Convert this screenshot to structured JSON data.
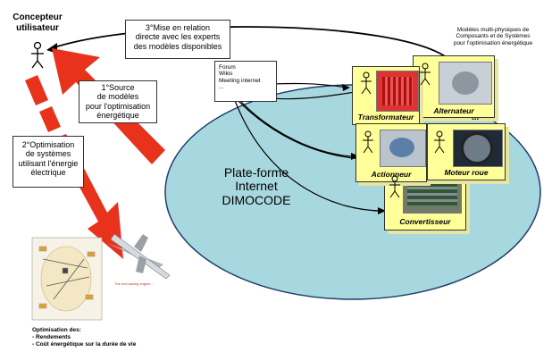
{
  "user": {
    "title_line1": "Concepteur",
    "title_line2": "utilisateur"
  },
  "callouts": {
    "mise_relation": [
      "3°Mise en relation",
      "directe avec les experts",
      "des modèles disponibles"
    ],
    "source": [
      "1°Source",
      "de modèles",
      "pour l'optimisation",
      "énergétique"
    ],
    "optimisation": [
      "2°Optimisation",
      "de systèmes",
      "utilisant l'énergie",
      "électrique"
    ]
  },
  "tools": [
    "Forum",
    "Wikis",
    "Meeting internet",
    "..."
  ],
  "platform": [
    "Plate-forme",
    "Internet",
    "DIMOCODE"
  ],
  "models_header": [
    "Modèles multi-physiques de",
    "Composants et de Systèmes",
    "pour l'optimisation énergétique"
  ],
  "modules": {
    "transformateur": "Transformateur",
    "alternateur": "Alternateur",
    "actionneur": "Actionneur",
    "moteur_roue": "Moteur roue",
    "convertisseur": "Convertisseur",
    "more": "..."
  },
  "bottom": {
    "heading": "Optimisation  des:",
    "items": [
      "- Rendements",
      "- Coût énergétique sur la durée de vie"
    ],
    "caption": "The fuel-saving engine..."
  },
  "colors": {
    "arrow": "#e8321c",
    "ellipse": "#a8d8df",
    "module": "#ffff99"
  }
}
